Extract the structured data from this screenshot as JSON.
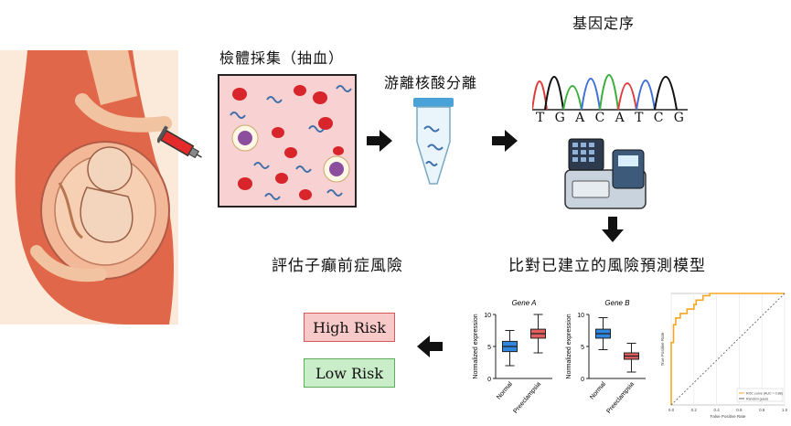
{
  "labels": {
    "blood_sampling": "檢體採集（抽血）",
    "cfdna_isolation": "游離核酸分離",
    "sequencing": "基因定序",
    "compare_model": "比對已建立的風險預測模型",
    "assess_risk": "評估子癲前症風險"
  },
  "sequence_letters": [
    "T",
    "G",
    "A",
    "C",
    "A",
    "T",
    "C",
    "G"
  ],
  "risk": {
    "high": "High Risk",
    "low": "Low Risk"
  },
  "colors": {
    "high_fill": "#f8c9c9",
    "low_fill": "#c9ecc9",
    "normal_box": "#2e86de",
    "preeclampsia_box": "#e06060",
    "roc_line": "#f5a623"
  },
  "chart_data": [
    {
      "type": "box",
      "title": "Gene A",
      "ylabel": "Normalized expression",
      "categories": [
        "Normal",
        "Preeclampsia"
      ],
      "ylim": [
        0,
        10
      ],
      "yticks": [
        "0",
        "5",
        "10"
      ],
      "boxes": [
        {
          "category": "Normal",
          "min": 2,
          "q1": 4.2,
          "median": 5,
          "q3": 5.8,
          "max": 7.5
        },
        {
          "category": "Preeclampsia",
          "min": 4,
          "q1": 6.3,
          "median": 7,
          "q3": 7.7,
          "max": 10
        }
      ]
    },
    {
      "type": "box",
      "title": "Gene B",
      "ylabel": "Normalized expression",
      "categories": [
        "Normal",
        "Preeclampsia"
      ],
      "ylim": [
        0,
        10
      ],
      "yticks": [
        "0",
        "5",
        "10"
      ],
      "boxes": [
        {
          "category": "Normal",
          "min": 4.5,
          "q1": 6.3,
          "median": 7,
          "q3": 7.7,
          "max": 9.5
        },
        {
          "category": "Preeclampsia",
          "min": 1,
          "q1": 3,
          "median": 3.5,
          "q3": 4,
          "max": 5.5
        }
      ]
    },
    {
      "type": "line",
      "title": "",
      "xlabel": "False Positive Rate",
      "ylabel": "True Positive Rate",
      "xlim": [
        0,
        1
      ],
      "ylim": [
        0,
        1
      ],
      "xticks": [
        "0.0",
        "0.2",
        "0.4",
        "0.6",
        "0.8",
        "1.0"
      ],
      "series": [
        {
          "name": "ROC curve (AUC = 0.88)",
          "x": [
            0,
            0,
            0.02,
            0.02,
            0.04,
            0.04,
            0.08,
            0.08,
            0.14,
            0.14,
            0.2,
            0.2,
            0.22,
            0.22,
            0.28,
            0.28,
            0.34,
            0.34,
            1.0
          ],
          "y": [
            0,
            0.56,
            0.56,
            0.72,
            0.72,
            0.78,
            0.78,
            0.82,
            0.82,
            0.86,
            0.86,
            0.9,
            0.9,
            0.94,
            0.94,
            0.98,
            0.98,
            1.0,
            1.0
          ]
        },
        {
          "name": "Random guess",
          "x": [
            0,
            1
          ],
          "y": [
            0,
            1
          ]
        }
      ]
    }
  ]
}
